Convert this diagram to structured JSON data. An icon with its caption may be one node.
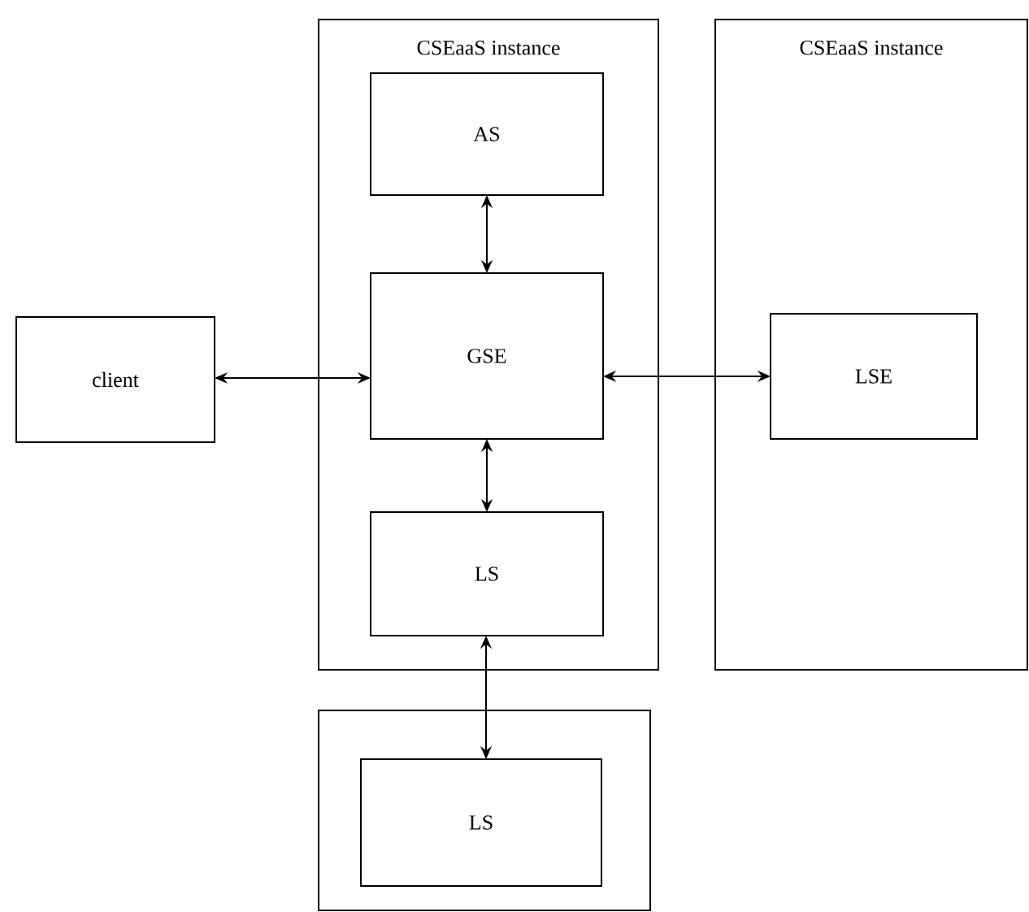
{
  "diagram": {
    "nodes": [
      {
        "text": [
          "CSEaaS instance"
        ]
      },
      {
        "text": [
          "AS"
        ],
        "in": 0
      },
      {
        "text": [
          "GSE"
        ],
        "in": 0
      },
      {
        "text": [
          "LS"
        ],
        "in": 0
      },
      {
        "text": [
          "CSEaaS instance"
        ]
      },
      {
        "text": [
          "LSE"
        ],
        "in": 4
      },
      {
        "text": [
          "client"
        ]
      },
      {
        "text": [],
        "shape": "box"
      },
      {
        "text": [
          "LS"
        ],
        "in": 7
      }
    ],
    "edges": [
      {
        "from": 1,
        "to": 2,
        "arrow": "both"
      },
      {
        "from": 6,
        "to": 2,
        "arrow": "both"
      },
      {
        "from": 2,
        "to": 5,
        "arrow": "both"
      },
      {
        "from": 2,
        "to": 3,
        "arrow": "both"
      },
      {
        "from": 3,
        "to": 8,
        "arrow": "both"
      }
    ]
  }
}
